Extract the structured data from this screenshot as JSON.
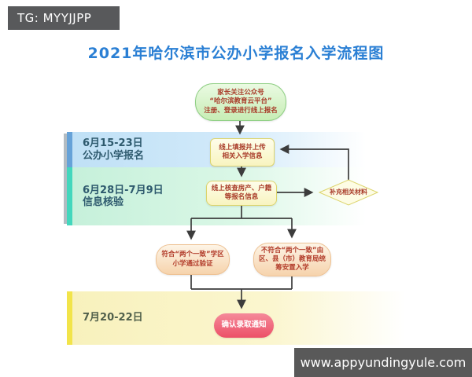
{
  "badge": {
    "text": "TG: MYYJJPP"
  },
  "watermark": {
    "text": "www.appyundingyule.com"
  },
  "title": {
    "text": "2021年哈尔滨市公办小学报名入学流程图"
  },
  "timeline": {
    "bands": [
      {
        "date": "6月15-23日",
        "label": "公办小学报名",
        "stripe_color": "#66a2d8",
        "fill_color": "#bfe0f6"
      },
      {
        "date": "6月28日-7月9日",
        "label": "信息核验",
        "stripe_color": "#43d7bd",
        "fill_color": "#c5f0da"
      },
      {
        "date": "7月20-22日",
        "label": "",
        "stripe_color": "#f2e44a",
        "fill_color": "#f8f1bc"
      }
    ]
  },
  "flow": {
    "start": {
      "lines": [
        "家长关注公众号",
        "“哈尔滨教育云平台”",
        "注册、登录进行线上报名"
      ]
    },
    "fill": {
      "lines": [
        "线上填报并上传",
        "相关入学信息"
      ]
    },
    "verify": {
      "lines": [
        "线上核查房产、户籍",
        "等报名信息"
      ]
    },
    "supplement": {
      "label": "补充相关材料"
    },
    "pass": {
      "lines": [
        "符合“两个一致”学区",
        "小学通过验证"
      ]
    },
    "fail": {
      "lines": [
        "不符合“两个一致”由",
        "区、县（市）教育局统",
        "筹安置入学"
      ]
    },
    "admission": {
      "label": "确认录取通知"
    }
  },
  "colors": {
    "title_blue": "#2a7fd4",
    "node_text_red": "#a83a28",
    "start_node_green": "#c7edb5",
    "process_node_yellow": "#f8f4c0",
    "branch_node_peach": "#f6d3ac",
    "admission_pink": "#ec4f67",
    "badge_bg": "#58595b",
    "connector_gray": "#3c3c3c"
  }
}
